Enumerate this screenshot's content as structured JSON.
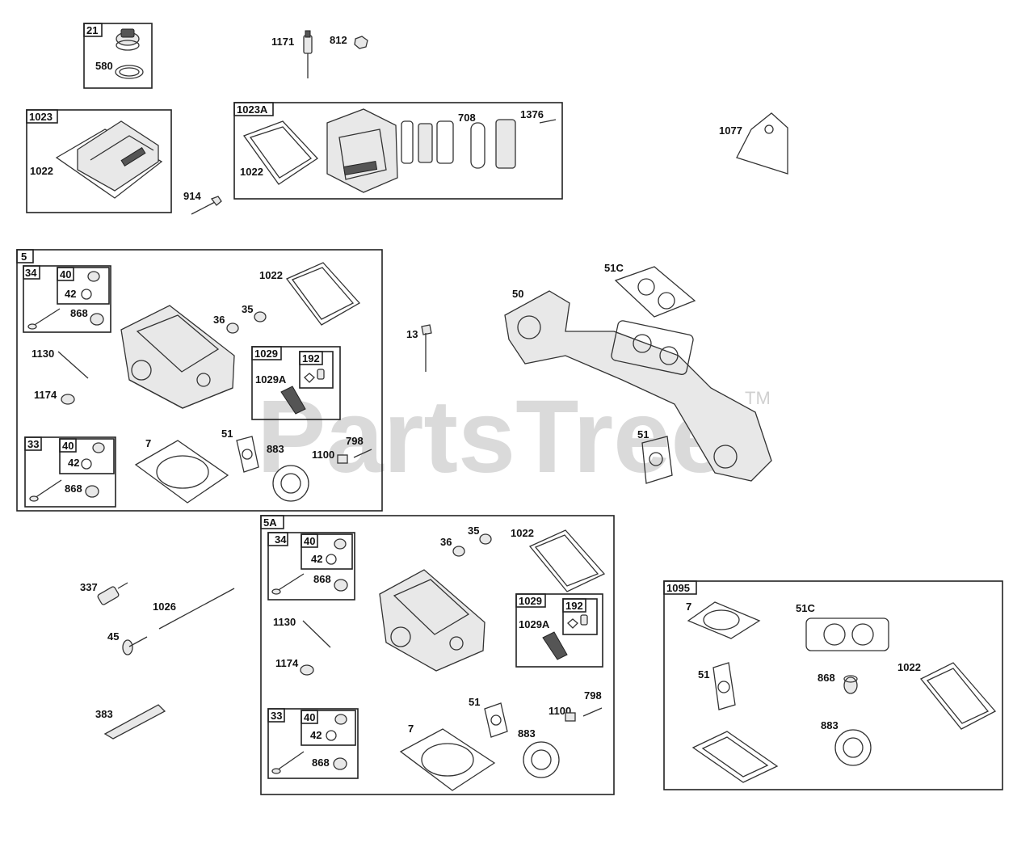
{
  "watermark": {
    "text": "PartsTree",
    "tm": "TM"
  },
  "groups": {
    "g21": "21",
    "g1023": "1023",
    "g1023A": "1023A",
    "g5": "5",
    "g34a": "34",
    "g40a": "40",
    "g1029a": "1029",
    "g192a": "192",
    "g33a": "33",
    "g40b": "40",
    "g5A": "5A",
    "g34b": "34",
    "g40c": "40",
    "g1029b": "1029",
    "g192b": "192",
    "g33b": "33",
    "g40d": "40",
    "g1095": "1095"
  },
  "labels": {
    "l580": "580",
    "l1171": "1171",
    "l812": "812",
    "l1022a": "1022",
    "l914": "914",
    "l1022b": "1022",
    "l708": "708",
    "l1376": "1376",
    "l1077": "1077",
    "l42a": "42",
    "l868a": "868",
    "l1022c": "1022",
    "l36a": "36",
    "l35a": "35",
    "l1130a": "1130",
    "l1174a": "1174",
    "l1029Aa": "1029A",
    "l42b": "42",
    "l868b": "868",
    "l7a": "7",
    "l51a": "51",
    "l883a": "883",
    "l1100a": "1100",
    "l798a": "798",
    "l13": "13",
    "l50": "50",
    "l51C": "51C",
    "l51b": "51",
    "l337": "337",
    "l1026": "1026",
    "l45": "45",
    "l383": "383",
    "l36b": "36",
    "l35b": "35",
    "l1022d": "1022",
    "l42c": "42",
    "l868c": "868",
    "l1130b": "1130",
    "l1174b": "1174",
    "l1029Ab": "1029A",
    "l42d": "42",
    "l868d": "868",
    "l51c": "51",
    "l1100b": "1100",
    "l798b": "798",
    "l7b": "7",
    "l883b": "883",
    "l7c": "7",
    "l51Cb": "51C",
    "l51d": "51",
    "l868e": "868",
    "l1022e": "1022",
    "l883c": "883"
  }
}
